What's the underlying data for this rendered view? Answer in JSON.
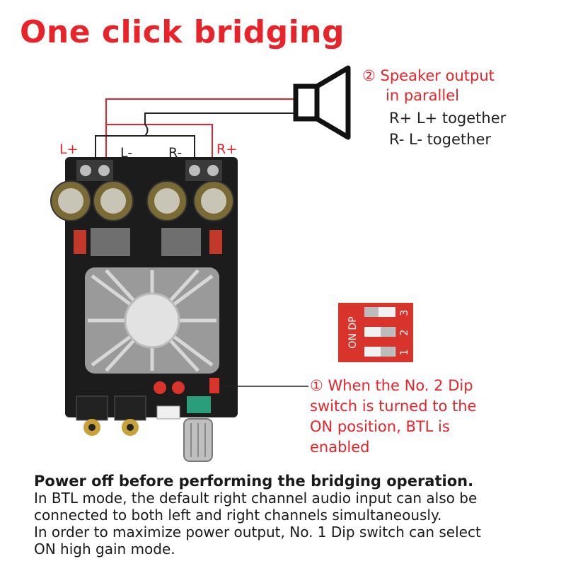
{
  "title": "One click bridging",
  "speaker": {
    "heading_line1": "② Speaker output",
    "heading_line2": "in parallel",
    "note_line1": "R+ L+ together",
    "note_line2": "R- L- together"
  },
  "terminal_labels": {
    "l_plus": "L+",
    "l_minus": "L-",
    "r_minus": "R-",
    "r_plus": "R+"
  },
  "dip_switch": {
    "side_label": "ON DP",
    "numbers": [
      "1",
      "2",
      "3"
    ]
  },
  "dip_note": {
    "line1": "① When the No. 2 Dip",
    "line2": "switch is turned to the",
    "line3": "ON position, BTL is",
    "line4": "enabled"
  },
  "bottom_text": {
    "line1": "Power off before performing the bridging operation.",
    "line2": "In BTL mode, the default right channel audio input can also be",
    "line3": "connected to both left and right channels simultaneously.",
    "line4": "In order to maximize power output, No. 1 Dip switch can select",
    "line5": "ON high gain mode."
  },
  "colors": {
    "accent_red": "#e8232a",
    "board": "#1c1c1c",
    "dip_red": "#d9342b"
  }
}
